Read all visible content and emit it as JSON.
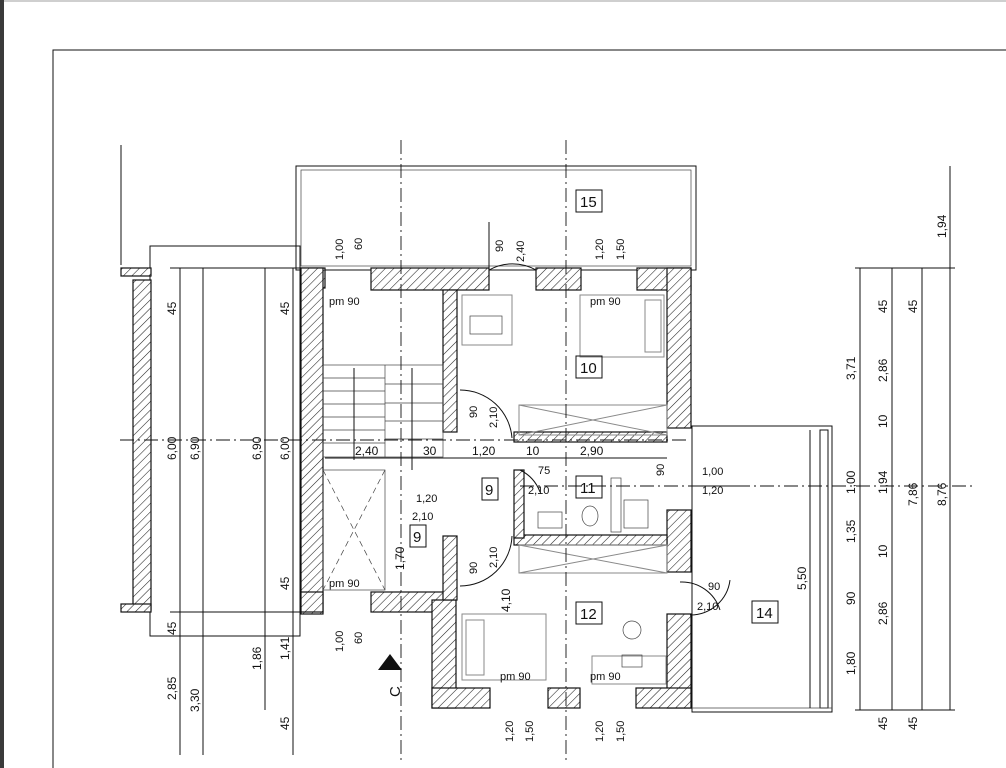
{
  "room_numbers": {
    "r15": "15",
    "r10": "10",
    "r9a": "9",
    "r9b": "9",
    "r11": "11",
    "r12": "12",
    "r14": "14"
  },
  "window_labels": {
    "pm_tl": "pm 90",
    "pm_tr": "pm 90",
    "pm_bl": "pm 90",
    "pm_bc": "pm 90",
    "pm_br": "pm 90"
  },
  "section_mark": "C",
  "dims_h": {
    "d240": "2,40",
    "d30": "30",
    "d120": "1,20",
    "d10": "10",
    "d290": "2,90",
    "d75": "75",
    "d210a": "2,10",
    "d120b": "1,20",
    "d210b": "2,10",
    "d100": "1,00",
    "d120c": "1,20",
    "d90": "90",
    "d210c": "2,10"
  },
  "dims_v": {
    "v194": "1,94",
    "v45a": "45",
    "v45b": "45",
    "v371": "3,71",
    "v286a": "2,86",
    "v10a": "10",
    "v100": "1,00",
    "v194b": "1,94",
    "v786": "7,86",
    "v876": "8,76",
    "v135": "1,35",
    "v10b": "10",
    "v90": "90",
    "v286b": "2,86",
    "v180": "1,80",
    "v45c": "45",
    "v45d": "45",
    "v550": "5,50",
    "l45a": "45",
    "l600a": "6,00",
    "l690a": "6,90",
    "l690b": "6,90",
    "l600b": "6,00",
    "l45b": "45",
    "l45c": "45",
    "l45d": "45",
    "l285": "2,85",
    "l330": "3,30",
    "l186": "1,86",
    "l141": "1,41",
    "l45e": "45",
    "w100a": "1,00",
    "w60a": "60",
    "w90a": "90",
    "w240": "2,40",
    "w120a": "1,20",
    "w150a": "1,50",
    "w90b": "90",
    "w210a": "2,10",
    "w90c": "90",
    "w210b": "2,10",
    "w170": "1,70",
    "w410": "4,10",
    "w100b": "1,00",
    "w60b": "60",
    "w120b": "1,20",
    "w150b": "1,50",
    "w120c": "1,20",
    "w150c": "1,50",
    "w90d": "90"
  }
}
